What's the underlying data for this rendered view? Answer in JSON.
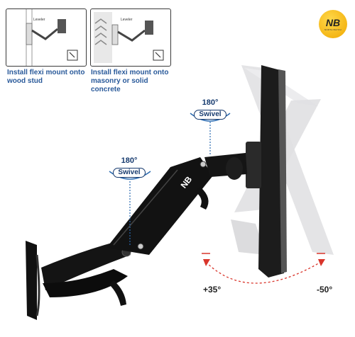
{
  "captions": {
    "wood": "Install flexi mount onto wood stud",
    "masonry": "Install flexi mount onto masonry or solid concrete"
  },
  "panel_labels": {
    "wood_leveler": "Leveler",
    "masonry_leveler": "Leveler"
  },
  "logo": {
    "text": "NB",
    "subtitle": "NORTH BAYOU"
  },
  "swivel_top": {
    "degrees": "180°",
    "label": "Swivel"
  },
  "swivel_mid": {
    "degrees": "180°",
    "label": "Swivel"
  },
  "tilt": {
    "positive": "+35°",
    "negative": "-50°"
  },
  "arm_logo": "NB",
  "colors": {
    "caption": "#2a5a9a",
    "swivel": "#163a6e",
    "tilt_arrow": "#d9352b",
    "arm": "#1a1a1a"
  }
}
